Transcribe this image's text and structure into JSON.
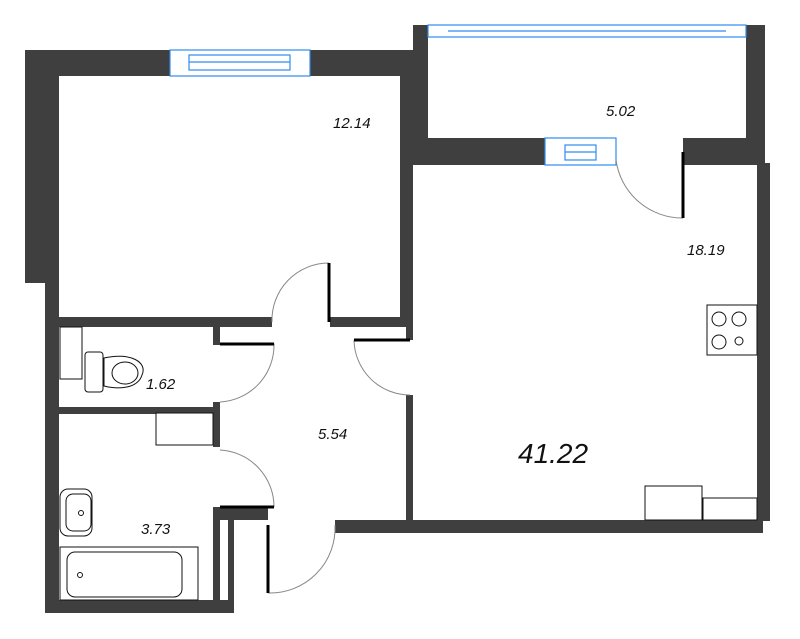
{
  "plan": {
    "total_area": "41.22",
    "rooms": [
      {
        "name": "bedroom",
        "area": "12.14"
      },
      {
        "name": "balcony",
        "area": "5.02"
      },
      {
        "name": "kitchen-living",
        "area": "18.19"
      },
      {
        "name": "toilet",
        "area": "1.62"
      },
      {
        "name": "hallway",
        "area": "5.54"
      },
      {
        "name": "bathroom",
        "area": "3.73"
      }
    ],
    "colors": {
      "wall": "#3f3f3f",
      "window": "#2f8cf0"
    }
  }
}
